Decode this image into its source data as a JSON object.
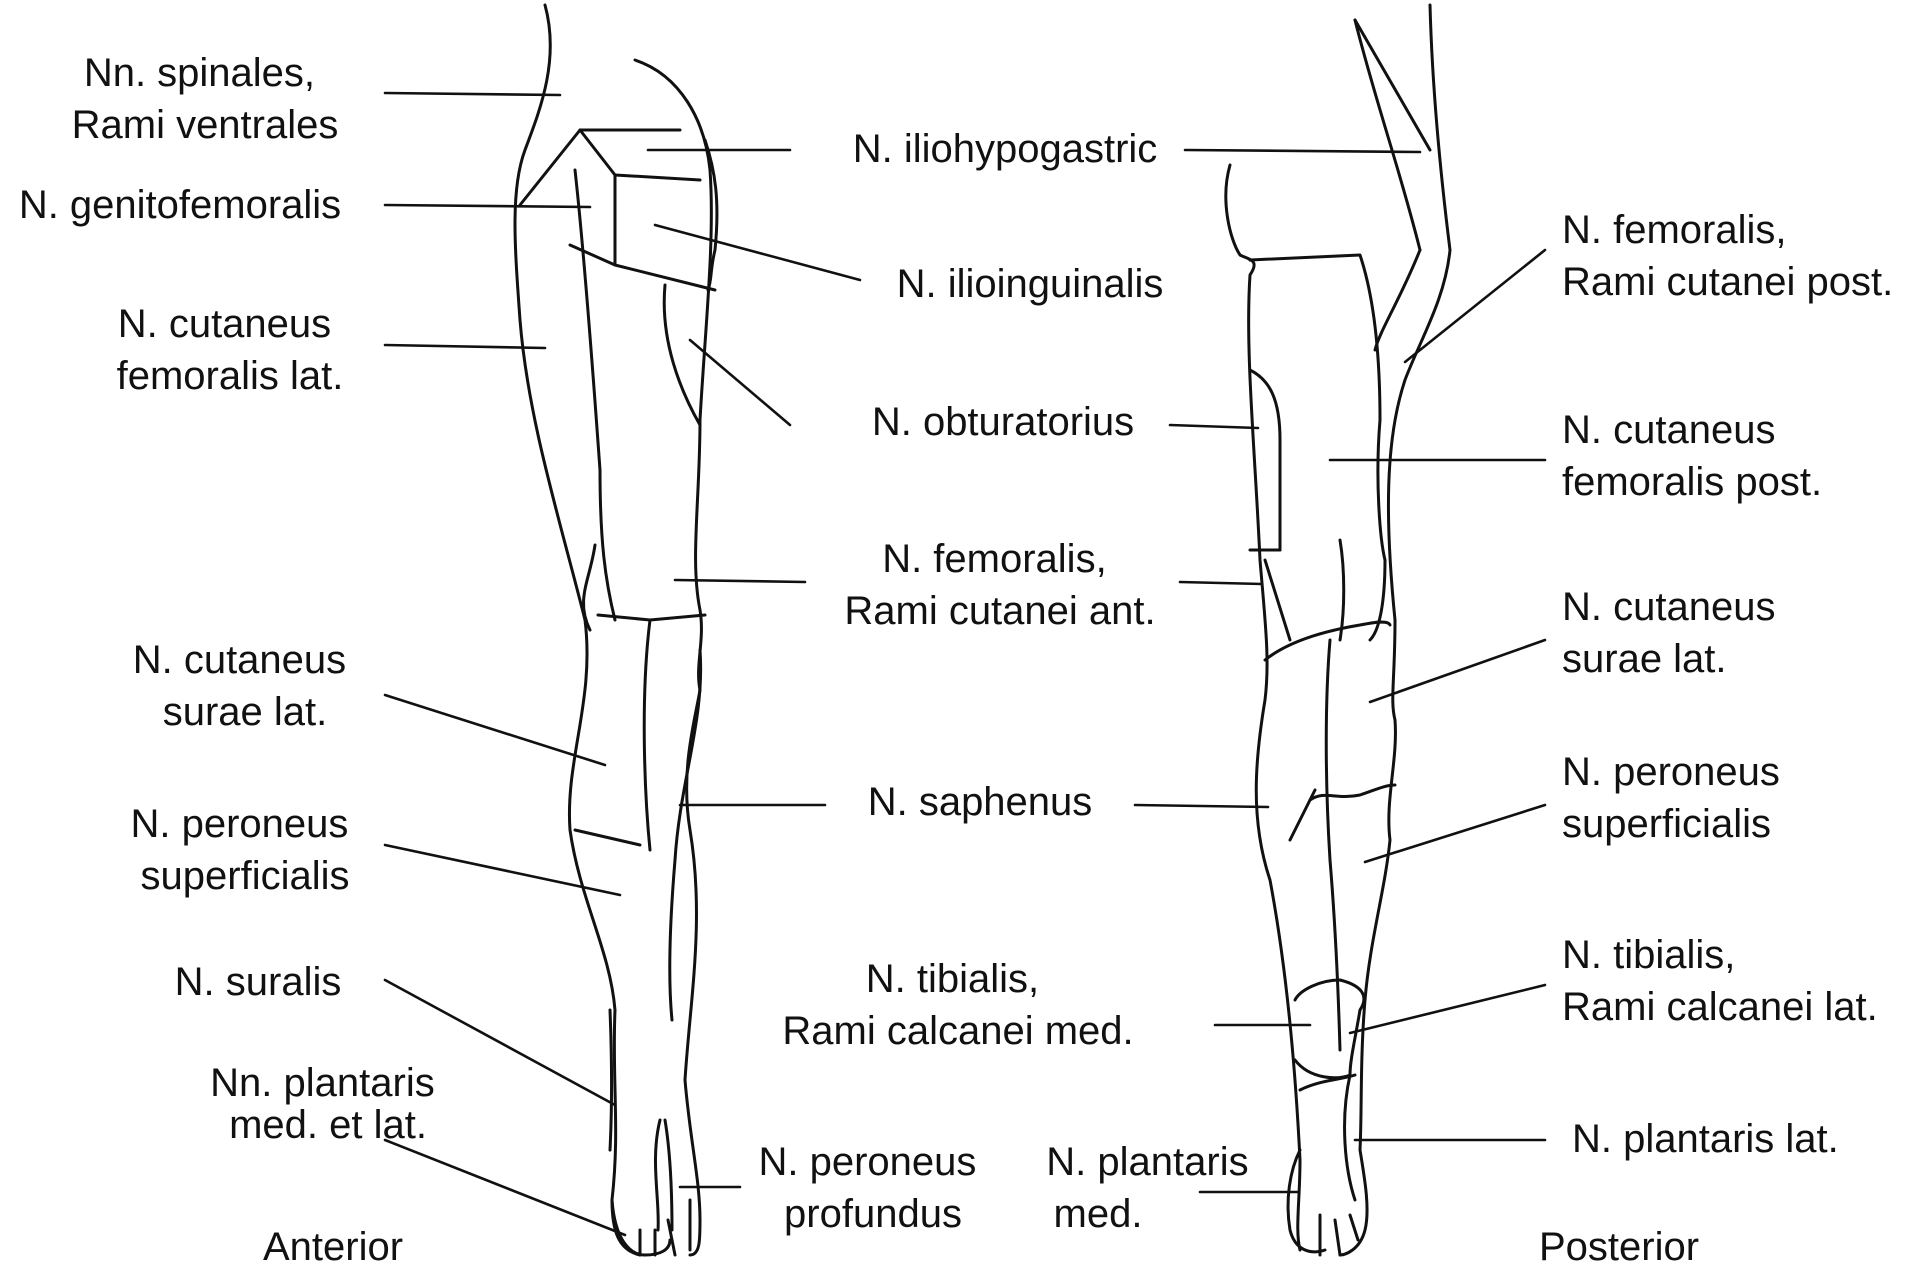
{
  "views": {
    "anterior": "Anterior",
    "posterior": "Posterior"
  },
  "labels": {
    "nn_spinales": [
      "Nn. spinales,",
      "Rami ventrales"
    ],
    "genitofemoralis": [
      "N. genitofemoralis"
    ],
    "cut_fem_lat": [
      "N. cutaneus",
      "femoralis lat."
    ],
    "cut_surae_lat_ant": [
      "N. cutaneus",
      "surae lat."
    ],
    "peroneus_sup_ant": [
      "N. peroneus",
      "superficialis"
    ],
    "suralis": [
      "N. suralis"
    ],
    "plantaris_med_lat": [
      "Nn. plantaris",
      "med. et lat."
    ],
    "iliohypogastric": [
      "N. iliohypogastric"
    ],
    "ilioinguinalis": [
      "N. ilioinguinalis"
    ],
    "obturatorius": [
      "N. obturatorius"
    ],
    "femoralis_ant": [
      "N. femoralis,",
      "Rami cutanei ant."
    ],
    "saphenus": [
      "N. saphenus"
    ],
    "tibialis_med": [
      "N. tibialis,",
      "Rami calcanei med."
    ],
    "peroneus_prof": [
      "N. peroneus",
      "profundus"
    ],
    "plantaris_med": [
      "N. plantaris",
      "med."
    ],
    "femoralis_post": [
      "N. femoralis,",
      "Rami cutanei post."
    ],
    "cut_fem_post": [
      "N. cutaneus",
      "femoralis post."
    ],
    "cut_surae_lat_post": [
      "N. cutaneus",
      "surae lat."
    ],
    "peroneus_sup_post": [
      "N. peroneus",
      "superficialis"
    ],
    "tibialis_lat": [
      "N. tibialis,",
      "Rami calcanei lat."
    ],
    "plantaris_lat": [
      "N. plantaris lat."
    ]
  }
}
